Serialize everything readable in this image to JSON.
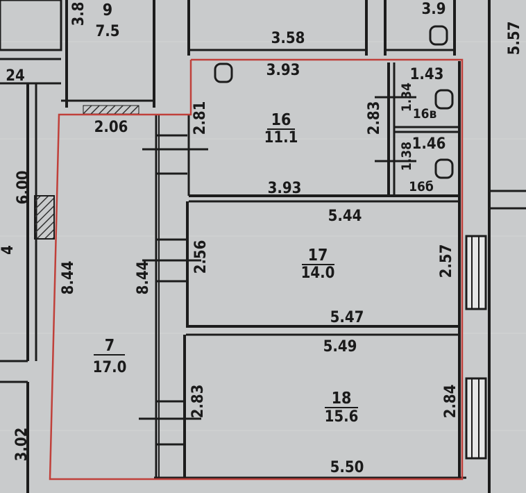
{
  "rooms": [
    {
      "id": "7",
      "number": "7",
      "area": "17.0"
    },
    {
      "id": "16",
      "number": "16",
      "area": "11.1"
    },
    {
      "id": "16v",
      "number": "16в",
      "area": ""
    },
    {
      "id": "16b",
      "number": "16б",
      "area": ""
    },
    {
      "id": "17",
      "number": "17",
      "area": "14.0"
    },
    {
      "id": "18",
      "number": "18",
      "area": "15.6"
    },
    {
      "id": "9",
      "number": "9",
      "area": "7.5"
    }
  ],
  "dimensions": {
    "top_3_58": "3.58",
    "top_3_93": "3.93",
    "r16_bottom": "3.93",
    "r16_left": "2.81",
    "r16_right": "2.83",
    "wc_top": "1.43",
    "wc_left": "1.34",
    "wc2_top": "1.46",
    "wc2_left": "1.38",
    "corr_top": "2.06",
    "corr_left": "8.44",
    "corr_right": "8.44",
    "r17_top": "5.44",
    "r17_bottom": "5.47",
    "r17_left": "2.56",
    "r17_right": "2.57",
    "r18_top": "5.49",
    "r18_bottom": "5.50",
    "r18_left": "2.83",
    "r18_right": "2.84",
    "ext_3_8": "3.8",
    "ext_3_9": "3.9",
    "ext_5_57": "5.57",
    "ext_24": "24",
    "ext_6_00": "6.00",
    "ext_4": "4",
    "ext_3_02": "3.02"
  }
}
